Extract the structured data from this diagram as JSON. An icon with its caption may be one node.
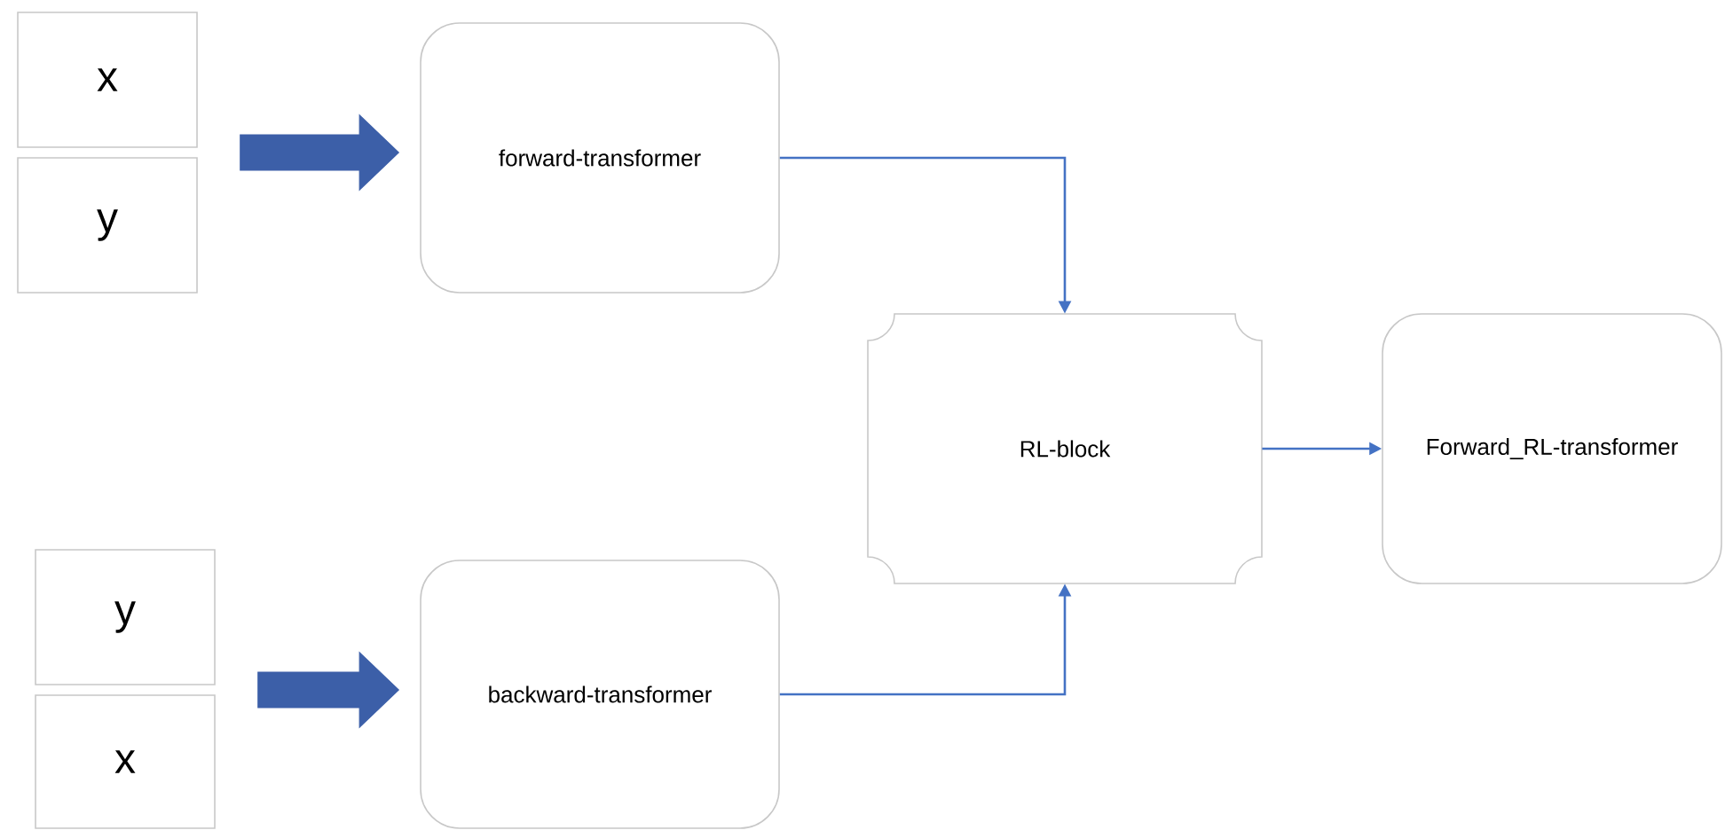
{
  "diagram": {
    "nodes": [
      {
        "text": [
          "x"
        ]
      },
      {
        "text": [
          "y"
        ]
      },
      {
        "text": [
          "forward-transformer"
        ]
      },
      {
        "text": [
          "y"
        ]
      },
      {
        "text": [
          "x"
        ]
      },
      {
        "text": [
          "backward-transformer"
        ]
      },
      {
        "text": [
          "RL-block"
        ]
      },
      {
        "text": [
          "Forward_RL-transformer"
        ]
      }
    ],
    "edges": [
      {
        "from": 0,
        "to": 2,
        "arrow": "to",
        "color": "#3c5fa8"
      },
      {
        "from": 1,
        "to": 2,
        "arrow": "to",
        "color": "#3c5fa8"
      },
      {
        "from": 3,
        "to": 5,
        "arrow": "to",
        "color": "#3c5fa8"
      },
      {
        "from": 4,
        "to": 5,
        "arrow": "to",
        "color": "#3c5fa8"
      },
      {
        "from": 2,
        "to": 6,
        "arrow": "to"
      },
      {
        "from": 5,
        "to": 6,
        "arrow": "to"
      },
      {
        "from": 6,
        "to": 7,
        "arrow": "to"
      }
    ]
  }
}
